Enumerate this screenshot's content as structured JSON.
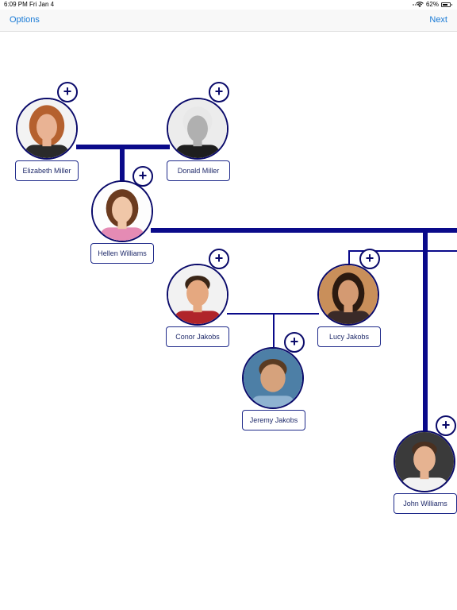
{
  "status": {
    "time": "6:09 PM",
    "date": "Fri Jan 4",
    "battery": "62%"
  },
  "nav": {
    "left": "Options",
    "right": "Next",
    "accent": "#1a7bd6"
  },
  "tree": {
    "line_color": "#0a0a8a",
    "people": [
      {
        "id": "elizabeth",
        "name": "Elizabeth Miller",
        "skin": "#e9b394",
        "hair": "#b5612f",
        "shirt": "#2a2a2a",
        "bg": "#f3f3f3"
      },
      {
        "id": "donald",
        "name": "Donald Miller",
        "skin": "#b0b0b0",
        "hair": "#e8e8e8",
        "shirt": "#1e1e1e",
        "bg": "#ececec"
      },
      {
        "id": "hellen",
        "name": "Hellen Williams",
        "skin": "#f0c7a8",
        "hair": "#6b3b1f",
        "shirt": "#e58bb4",
        "bg": "#fdfdfd"
      },
      {
        "id": "conor",
        "name": "Conor Jakobs",
        "skin": "#e5a880",
        "hair": "#3a2516",
        "shirt": "#b0242a",
        "bg": "#f2f2f2"
      },
      {
        "id": "lucy",
        "name": "Lucy Jakobs",
        "skin": "#d49a72",
        "hair": "#2b1a10",
        "shirt": "#3a2a28",
        "bg": "#c98f5a"
      },
      {
        "id": "jeremy",
        "name": "Jeremy Jakobs",
        "skin": "#d6a27c",
        "hair": "#5a3b22",
        "shirt": "#8fb3d1",
        "bg": "#4d7fa6"
      },
      {
        "id": "john",
        "name": "John Williams",
        "skin": "#e6b391",
        "hair": "#4a3020",
        "shirt": "#f2f2f2",
        "bg": "#3a3a3a"
      }
    ]
  }
}
